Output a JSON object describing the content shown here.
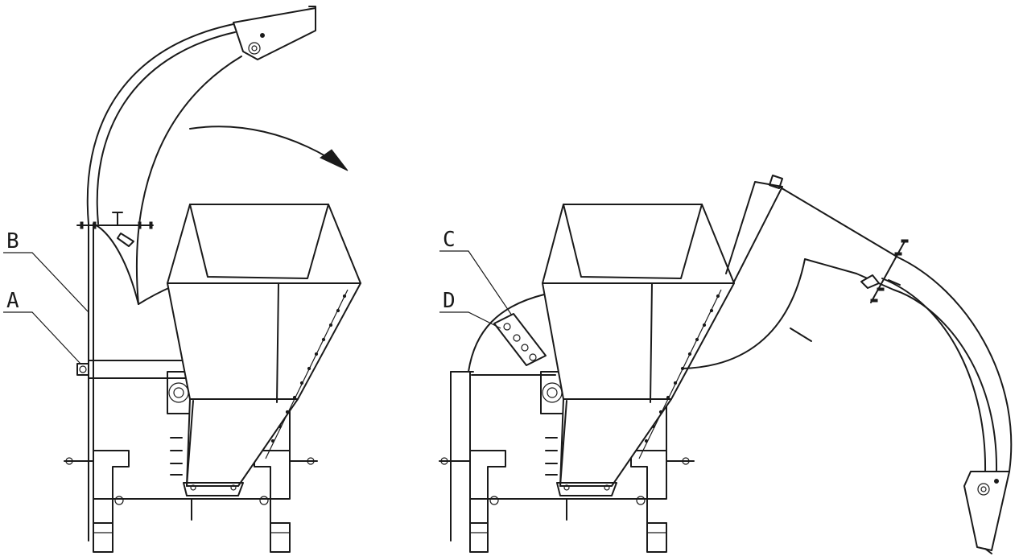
{
  "labels": {
    "a": "A",
    "b": "B",
    "c": "C",
    "d": "D"
  },
  "icons": {
    "rotation_arrow": "curved-arrow-icon"
  }
}
